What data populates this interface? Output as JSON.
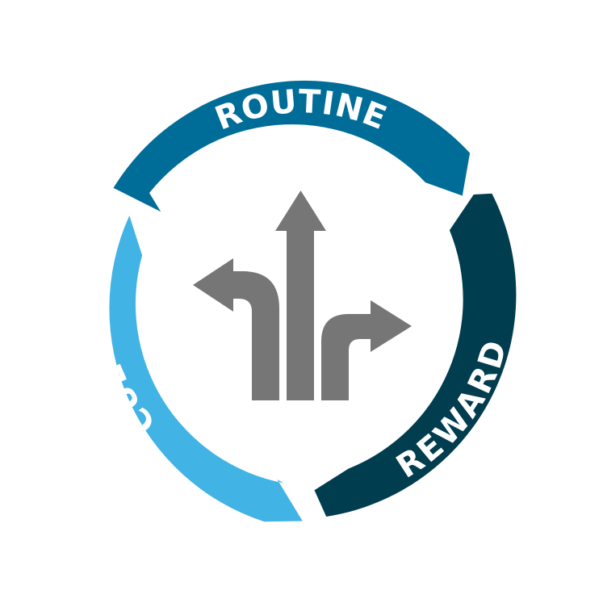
{
  "diagram": {
    "segments": [
      {
        "label": "ROUTINE",
        "color": "#006d98"
      },
      {
        "label": "REWARD",
        "color": "#003d4e"
      },
      {
        "label": "CUE",
        "color": "#42b3e5"
      }
    ],
    "center_icon": {
      "name": "split-direction-arrows-icon",
      "color": "#767676"
    }
  }
}
